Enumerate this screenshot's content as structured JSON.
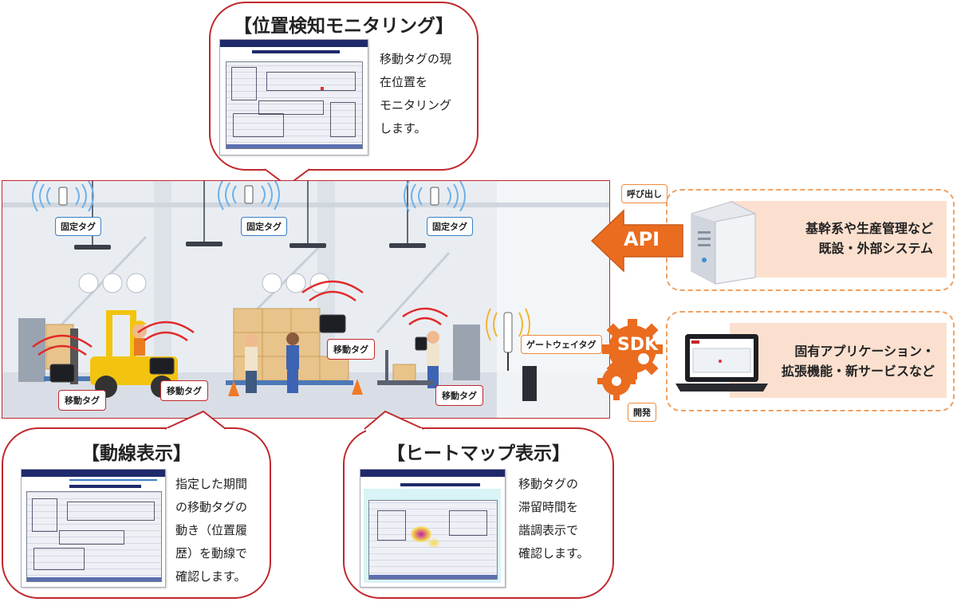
{
  "monitoring": {
    "title": "【位置検知モニタリング】",
    "desc": [
      "移動タグの現",
      "在位置を",
      "モニタリング",
      "します。"
    ]
  },
  "trajectory": {
    "title": "【動線表示】",
    "desc": [
      "指定した期間",
      "の移動タグの",
      "動き（位置履",
      "歴）を動線で",
      "確認します。"
    ]
  },
  "heatmap": {
    "title": "【ヒートマップ表示】",
    "desc": [
      "移動タグの",
      "滞留時間を",
      "諧調表示で",
      "確認します。"
    ]
  },
  "warehouse": {
    "fixed_tag_label": "固定タグ",
    "mobile_tag_label": "移動タグ",
    "gateway_tag_label": "ゲートウェイタグ"
  },
  "api": {
    "arrow_label": "API",
    "call_label": "呼び出し",
    "system_text": [
      "基幹系や生産管理など",
      "既設・外部システム"
    ]
  },
  "sdk": {
    "gear_label": "SDK",
    "dev_label": "開発",
    "app_text": [
      "固有アプリケーション・",
      "拡張機能・新サービスなど"
    ]
  },
  "colors": {
    "accent_red": "#c0282d",
    "orange": "#ea6c1f",
    "tag_blue": "#3a7fc4"
  }
}
